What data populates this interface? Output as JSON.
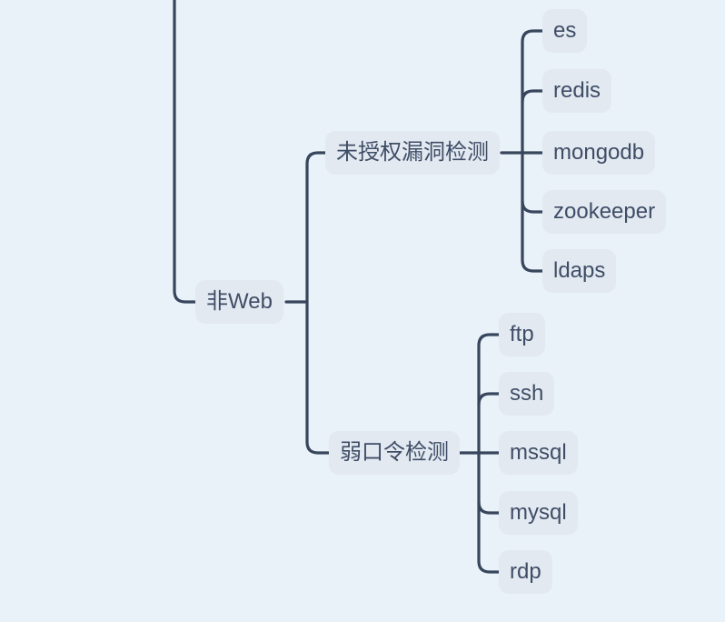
{
  "theme": {
    "canvas_background": "#e9f1f9",
    "node_background": "#e3e9f1",
    "node_text_color": "#3e4d66",
    "connector_color": "#37465c"
  },
  "tree": {
    "root_branch": {
      "label": "非Web"
    },
    "branches": [
      {
        "label": "未授权漏洞检测",
        "children": [
          {
            "label": "es"
          },
          {
            "label": "redis"
          },
          {
            "label": "mongodb"
          },
          {
            "label": "zookeeper"
          },
          {
            "label": "ldaps"
          }
        ]
      },
      {
        "label": "弱口令检测",
        "children": [
          {
            "label": "ftp"
          },
          {
            "label": "ssh"
          },
          {
            "label": "mssql"
          },
          {
            "label": "mysql"
          },
          {
            "label": "rdp"
          }
        ]
      }
    ]
  }
}
